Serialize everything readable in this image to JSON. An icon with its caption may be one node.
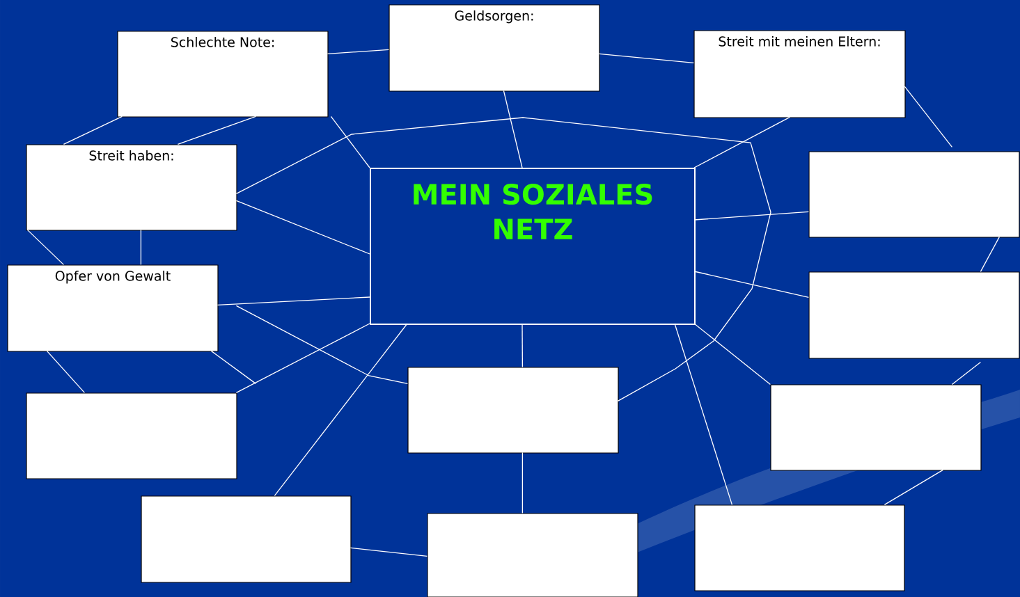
{
  "diagram": {
    "nodes": [
      {
        "text": [
          "MEIN SOZIALES NETZ"
        ]
      },
      {
        "text": [
          "Geldsorgen:"
        ]
      },
      {
        "text": [
          "Schlechte Note:"
        ]
      },
      {
        "text": [
          "Streit mit meinen Eltern:"
        ]
      },
      {
        "text": [
          "Streit haben:"
        ]
      },
      {
        "text": [],
        "shape": "box"
      },
      {
        "text": [
          "Opfer von Gewalt"
        ]
      },
      {
        "text": [],
        "shape": "box"
      },
      {
        "text": [],
        "shape": "box"
      },
      {
        "text": [],
        "shape": "box"
      },
      {
        "text": [],
        "shape": "box"
      },
      {
        "text": [],
        "shape": "box"
      },
      {
        "text": [],
        "shape": "box"
      },
      {
        "text": [],
        "shape": "box"
      }
    ],
    "edges": [
      {
        "from": 2,
        "to": 1,
        "arrow": "none"
      },
      {
        "from": 1,
        "to": 3,
        "arrow": "none"
      },
      {
        "from": 2,
        "to": 0,
        "arrow": "none"
      },
      {
        "from": 1,
        "to": 0,
        "arrow": "none"
      },
      {
        "from": 3,
        "to": 0,
        "arrow": "none"
      },
      {
        "from": 3,
        "to": 5,
        "arrow": "none"
      },
      {
        "from": 2,
        "to": 4,
        "arrow": "none"
      },
      {
        "from": 2,
        "to": 4,
        "arrow": "none"
      },
      {
        "from": 4,
        "to": 8,
        "arrow": "none"
      },
      {
        "from": 4,
        "to": 0,
        "arrow": "none"
      },
      {
        "from": 4,
        "to": 6,
        "arrow": "none"
      },
      {
        "from": 4,
        "to": 6,
        "arrow": "none"
      },
      {
        "from": 6,
        "to": 0,
        "arrow": "none"
      },
      {
        "from": 5,
        "to": 0,
        "arrow": "none"
      },
      {
        "from": 7,
        "to": 0,
        "arrow": "none"
      },
      {
        "from": 5,
        "to": 7,
        "arrow": "none"
      },
      {
        "from": 7,
        "to": 9,
        "arrow": "none"
      },
      {
        "from": 9,
        "to": 13,
        "arrow": "none"
      },
      {
        "from": 0,
        "to": 9,
        "arrow": "none"
      },
      {
        "from": 0,
        "to": 13,
        "arrow": "none"
      },
      {
        "from": 0,
        "to": 8,
        "arrow": "none"
      },
      {
        "from": 8,
        "to": 12,
        "arrow": "none"
      },
      {
        "from": 11,
        "to": 12,
        "arrow": "none"
      },
      {
        "from": 0,
        "to": 11,
        "arrow": "none"
      },
      {
        "from": 0,
        "to": 10,
        "arrow": "none"
      },
      {
        "from": 6,
        "to": 10,
        "arrow": "none"
      },
      {
        "from": 6,
        "to": 10,
        "arrow": "none"
      },
      {
        "from": 6,
        "to": 8,
        "arrow": "none"
      }
    ]
  }
}
